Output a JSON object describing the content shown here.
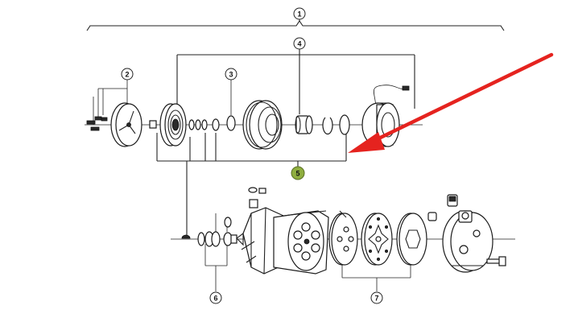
{
  "diagram": {
    "callouts": [
      {
        "id": "callout-1",
        "label": "1"
      },
      {
        "id": "callout-2",
        "label": "2"
      },
      {
        "id": "callout-3",
        "label": "3"
      },
      {
        "id": "callout-4",
        "label": "4"
      },
      {
        "id": "callout-5",
        "label": "5"
      },
      {
        "id": "callout-6",
        "label": "6"
      },
      {
        "id": "callout-7",
        "label": "7"
      }
    ],
    "colors": {
      "arrow": "#e5231f",
      "highlight": "#8fae3f",
      "line": "#222222"
    }
  }
}
